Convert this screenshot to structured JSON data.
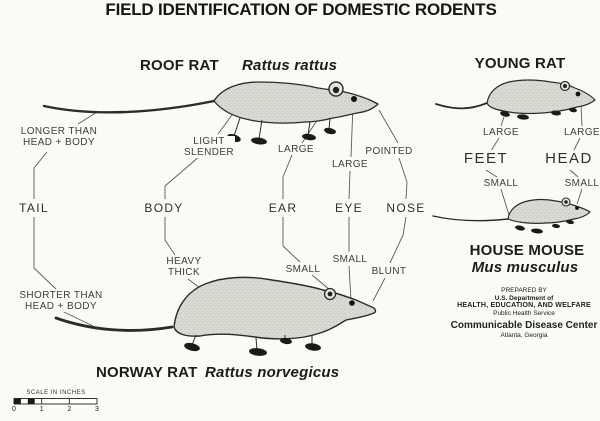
{
  "title": "FIELD IDENTIFICATION OF DOMESTIC RODENTS",
  "rodents": {
    "roof_rat": {
      "name": "ROOF RAT",
      "species": "Rattus rattus"
    },
    "norway_rat": {
      "name": "NORWAY RAT",
      "species": "Rattus norvegicus"
    },
    "young_rat": {
      "name": "YOUNG RAT"
    },
    "house_mouse": {
      "name": "HOUSE MOUSE",
      "species": "Mus musculus"
    }
  },
  "features": {
    "tail": {
      "label": "TAIL",
      "roof_line1": "LONGER THAN",
      "roof_line2": "HEAD + BODY",
      "norway_line1": "SHORTER THAN",
      "norway_line2": "HEAD + BODY"
    },
    "body": {
      "label": "BODY",
      "roof_line1": "LIGHT",
      "roof_line2": "SLENDER",
      "norway_line1": "HEAVY",
      "norway_line2": "THICK"
    },
    "ear": {
      "label": "EAR",
      "roof": "LARGE",
      "norway": "SMALL"
    },
    "eye": {
      "label": "EYE",
      "roof": "LARGE",
      "norway": "SMALL"
    },
    "nose": {
      "label": "NOSE",
      "roof": "POINTED",
      "norway": "BLUNT"
    },
    "feet": {
      "label": "FEET",
      "young": "LARGE",
      "mouse": "SMALL"
    },
    "head": {
      "label": "HEAD",
      "young": "LARGE",
      "mouse": "SMALL"
    }
  },
  "credits": {
    "prepared_by": "PREPARED BY",
    "dept_line1": "U.S. Department of",
    "dept_line2": "HEALTH, EDUCATION, AND WELFARE",
    "service": "Public Health Service",
    "center": "Communicable Disease Center",
    "location": "Atlanta, Georgia"
  },
  "scale": {
    "label": "SCALE IN INCHES",
    "ticks": [
      "0",
      "1",
      "2",
      "3"
    ]
  },
  "colors": {
    "ink": "#2b2b2b",
    "rat_fill": "#dbdad3",
    "connector_line": "#5a5a5a",
    "background": "#fbfaf7"
  }
}
